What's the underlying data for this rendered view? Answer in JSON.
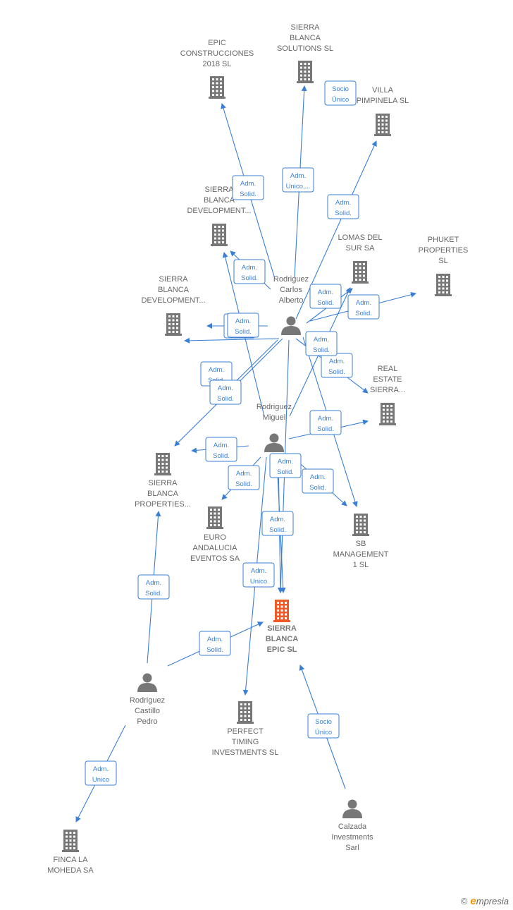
{
  "colors": {
    "edge": "#3a7fd5",
    "company": "#777777",
    "focus": "#f05a28",
    "person": "#777777"
  },
  "nodes": [
    {
      "id": "epic_construcciones",
      "type": "company",
      "lines": [
        "EPIC",
        "CONSTRUCCIONES",
        "2018  SL"
      ]
    },
    {
      "id": "sb_solutions",
      "type": "company",
      "lines": [
        "SIERRA",
        "BLANCA",
        "SOLUTIONS SL"
      ]
    },
    {
      "id": "villa_pimpinela",
      "type": "company",
      "lines": [
        "VILLA",
        "PIMPINELA  SL"
      ]
    },
    {
      "id": "sb_development_1",
      "type": "company",
      "lines": [
        "SIERRA",
        "BLANCA",
        "DEVELOPMENT..."
      ]
    },
    {
      "id": "lomas_del_sur",
      "type": "company",
      "lines": [
        "LOMAS DEL",
        "SUR SA"
      ]
    },
    {
      "id": "phuket",
      "type": "company",
      "lines": [
        "PHUKET",
        "PROPERTIES",
        "SL"
      ]
    },
    {
      "id": "sb_development_2",
      "type": "company",
      "lines": [
        "SIERRA",
        "BLANCA",
        "DEVELOPMENT..."
      ]
    },
    {
      "id": "real_estate",
      "type": "company",
      "lines": [
        "REAL",
        "ESTATE",
        "SIERRA..."
      ]
    },
    {
      "id": "sb_properties",
      "type": "company",
      "lines": [
        "SIERRA",
        "BLANCA",
        "PROPERTIES..."
      ]
    },
    {
      "id": "euro_andalucia",
      "type": "company",
      "lines": [
        "EURO",
        "ANDALUCIA",
        "EVENTOS SA"
      ]
    },
    {
      "id": "sb_management",
      "type": "company",
      "lines": [
        "SB",
        "MANAGEMENT",
        "1  SL"
      ]
    },
    {
      "id": "sb_epic",
      "type": "focus",
      "lines": [
        "SIERRA",
        "BLANCA",
        "EPIC  SL"
      ]
    },
    {
      "id": "perfect_timing",
      "type": "company",
      "lines": [
        "PERFECT",
        "TIMING",
        "INVESTMENTS SL"
      ]
    },
    {
      "id": "finca_moheda",
      "type": "company",
      "lines": [
        "FINCA LA",
        "MOHEDA SA"
      ]
    },
    {
      "id": "rodriguez_carlos",
      "type": "person",
      "lines": [
        "Rodriguez",
        "Carlos",
        "Alberto"
      ]
    },
    {
      "id": "rodriguez_miguel",
      "type": "person",
      "lines": [
        "Rodriguez",
        "Miguel"
      ]
    },
    {
      "id": "rodriguez_pedro",
      "type": "person",
      "lines": [
        "Rodriguez",
        "Castillo",
        "Pedro"
      ]
    },
    {
      "id": "calzada",
      "type": "person",
      "lines": [
        "Calzada",
        "Investments",
        "Sarl"
      ]
    }
  ],
  "edges": [
    {
      "id": "e1",
      "lines": [
        "Adm.",
        "Solid."
      ]
    },
    {
      "id": "e2",
      "lines": [
        "Adm.",
        "Unico,..."
      ]
    },
    {
      "id": "e3",
      "lines": [
        "Adm.",
        "Solid."
      ]
    },
    {
      "id": "e4",
      "lines": [
        "Socio",
        "Único"
      ]
    },
    {
      "id": "e5",
      "lines": [
        "Adm.",
        "Solid."
      ]
    },
    {
      "id": "e6",
      "lines": [
        "Adm.",
        "Solid."
      ]
    },
    {
      "id": "e7",
      "lines": [
        "Adm.",
        "Solid."
      ]
    },
    {
      "id": "e8",
      "lines": [
        "Adm.",
        "Solid."
      ]
    },
    {
      "id": "e9",
      "lines": [
        "Adm.",
        "Solid."
      ]
    },
    {
      "id": "e10",
      "lines": [
        "Adm.",
        "Solid."
      ]
    },
    {
      "id": "e11",
      "lines": [
        "Adm.",
        "Solid."
      ]
    },
    {
      "id": "e12",
      "lines": [
        "Adm.",
        "Solid."
      ]
    },
    {
      "id": "e13",
      "lines": [
        "Adm.",
        "Solid."
      ]
    },
    {
      "id": "e14",
      "lines": [
        "Adm.",
        "Solid."
      ]
    },
    {
      "id": "e15",
      "lines": [
        "Adm.",
        "Solid."
      ]
    },
    {
      "id": "e16",
      "lines": [
        "Adm.",
        "Solid."
      ]
    },
    {
      "id": "e17",
      "lines": [
        "Adm.",
        "Solid."
      ]
    },
    {
      "id": "e18",
      "lines": [
        "Adm.",
        "Solid."
      ]
    },
    {
      "id": "e19",
      "lines": [
        "Adm.",
        "Solid."
      ]
    },
    {
      "id": "e20",
      "lines": [
        "Adm.",
        "Solid."
      ]
    },
    {
      "id": "e21",
      "lines": [
        "Adm.",
        "Unico"
      ]
    },
    {
      "id": "e22",
      "lines": [
        "Adm.",
        "Solid."
      ]
    },
    {
      "id": "e23",
      "lines": [
        "Adm.",
        "Solid."
      ]
    },
    {
      "id": "e24",
      "lines": [
        "Socio",
        "Único"
      ]
    },
    {
      "id": "e25",
      "lines": [
        "Adm.",
        "Unico"
      ]
    },
    {
      "id": "e26",
      "lines": [
        "Adm.",
        "Solid."
      ]
    }
  ],
  "brand": {
    "copyright": "©",
    "initial": "e",
    "rest": "mpresia"
  }
}
